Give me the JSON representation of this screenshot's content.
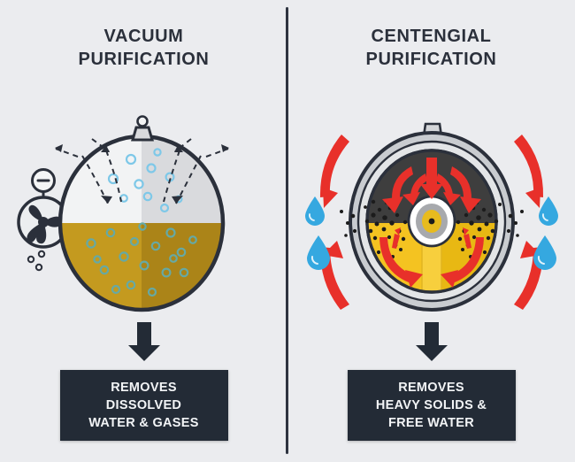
{
  "theme": {
    "background": "#ebecef",
    "divider_color": "#2e3440",
    "ink": "#2b303b",
    "box_background": "#232b36",
    "box_text": "#f2f4f6",
    "oil_amber": "#c49a1f",
    "oil_amber_dark": "#ab8418",
    "centrifuge_yellow": "#f4c321",
    "centrifuge_yellow_dark": "#e0a90f",
    "red_arrow": "#e8302a",
    "water_blue": "#35a8e0",
    "bubble_teal": "#5fb6c4",
    "sludge_dark": "#3a3a3a",
    "metal_gray": "#b9bcc0"
  },
  "panels": [
    {
      "id": "vacuum",
      "title_line_1": "VACUUM",
      "title_line_2": "PURIFICATION",
      "result_lines": [
        "REMOVES",
        "DISSOLVED",
        "WATER & GASES"
      ],
      "diagram": {
        "name": "vacuum-chamber-diagram",
        "vessel_label": "vacuum-vessel",
        "pump_label": "vacuum-pump-fan",
        "gauge_symbol": "−",
        "fluid_label": "oil-reservoir",
        "vapor_label": "vapor-space",
        "bubble_label": "gas-bubble",
        "flow_arrow_label": "vapor-flow-arrow"
      }
    },
    {
      "id": "centengial",
      "title_line_1": "CENTENGIAL",
      "title_line_2": "PURIFICATION",
      "result_lines": [
        "REMOVES",
        "HEAVY SOLIDS &",
        "FREE WATER"
      ],
      "diagram": {
        "name": "centrifuge-diagram",
        "housing_label": "centrifuge-housing",
        "rotor_label": "centrifuge-rotor",
        "hub_label": "centrifuge-hub",
        "sludge_label": "heavy-solids-layer",
        "oil_label": "clean-oil-layer",
        "droplet_label": "free-water-droplet",
        "flow_arrow_label": "centrifugal-flow-arrow"
      }
    }
  ]
}
